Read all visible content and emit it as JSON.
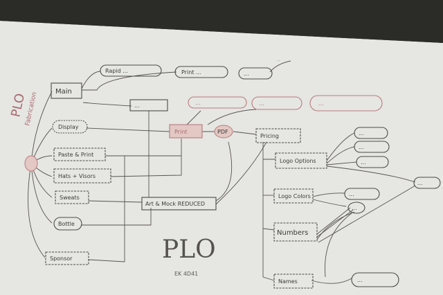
{
  "diagram": {
    "title": "PLO",
    "subtitle": "EK 4D41",
    "side_title": "PLO",
    "side_subtitle": "Fabrication",
    "top_note": "...",
    "nodes": {
      "main": "Main",
      "top1": "Rapid ...",
      "top2": "Print ...",
      "top3": "...",
      "row2a": "...",
      "row2b": "...",
      "row2c": "...",
      "row2d": "...",
      "display": "Display",
      "paste": "Paste & Print",
      "hats": "Hats + Visors",
      "sweats": "Sweats",
      "bottle": "Bottle",
      "sponsor": "Sponsor",
      "print_box": "Print",
      "pdf": "PDF",
      "artwork": "Art & Mock REDUCED",
      "pricing": "Pricing",
      "logo_options": "Logo Options",
      "logo_colors": "Logo Colors",
      "numbers": "Numbers",
      "names": "Names",
      "opt1": "...",
      "opt2": "...",
      "opt3": "...",
      "opt_far": "...",
      "colors1": "...",
      "colors2": "...",
      "names_right": "..."
    }
  },
  "colors": {
    "board": "#e6e6e2",
    "ink": "#4a4a46",
    "red_ink": "#b87a7e",
    "pink_fill": "#e3c8c4"
  }
}
